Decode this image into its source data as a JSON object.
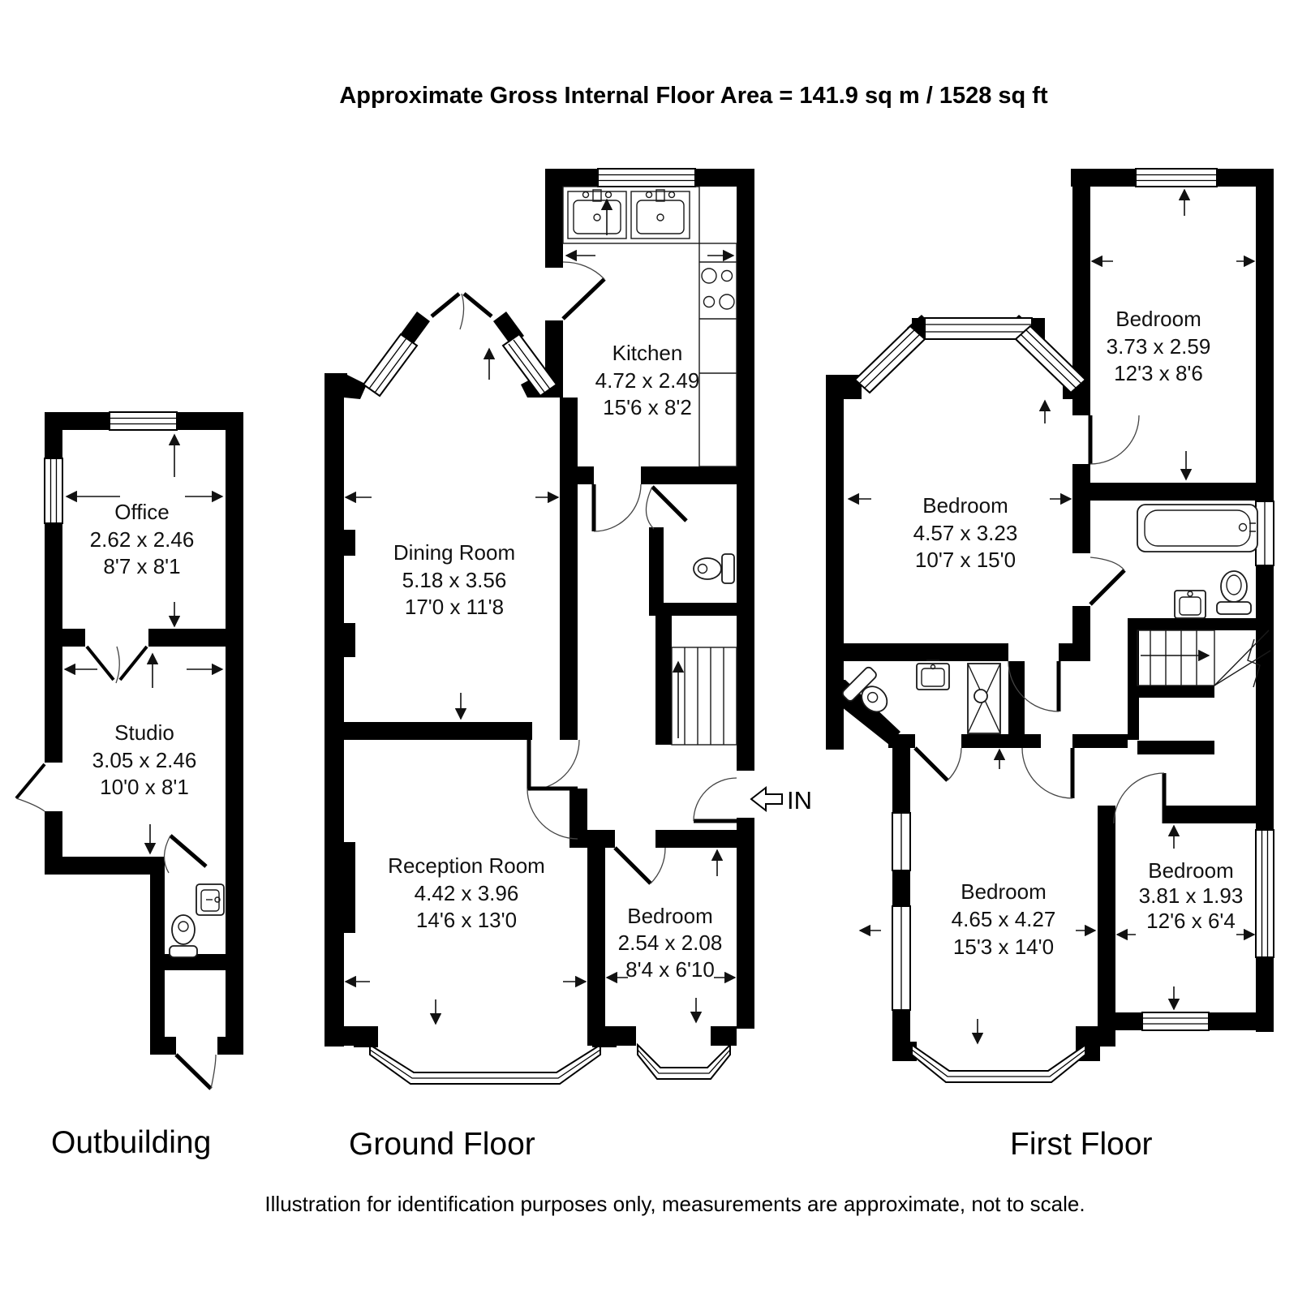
{
  "title": "Approximate Gross Internal Floor Area  = 141.9 sq m  / 1528 sq ft",
  "footnote": "Illustration for identification purposes only, measurements are approximate, not to scale.",
  "colors": {
    "wall": "#000000",
    "background": "#ffffff",
    "line": "#111111"
  },
  "floors": {
    "outbuilding": {
      "label": "Outbuilding",
      "rooms": {
        "office": {
          "name": "Office",
          "metric": "2.62 x 2.46",
          "imperial": "8'7 x 8'1"
        },
        "studio": {
          "name": "Studio",
          "metric": "3.05 x 2.46",
          "imperial": "10'0 x 8'1"
        }
      }
    },
    "ground": {
      "label": "Ground Floor",
      "entry_label": "IN",
      "rooms": {
        "kitchen": {
          "name": "Kitchen",
          "metric": "4.72 x 2.49",
          "imperial": "15'6 x 8'2"
        },
        "dining": {
          "name": "Dining Room",
          "metric": "5.18 x 3.56",
          "imperial": "17'0 x 11'8"
        },
        "reception": {
          "name": "Reception Room",
          "metric": "4.42 x 3.96",
          "imperial": "14'6 x 13'0"
        },
        "bedroom": {
          "name": "Bedroom",
          "metric": "2.54 x 2.08",
          "imperial": "8'4 x 6'10"
        }
      }
    },
    "first": {
      "label": "First Floor",
      "rooms": {
        "bedroom_rear": {
          "name": "Bedroom",
          "metric": "3.73 x 2.59",
          "imperial": "12'3 x 8'6"
        },
        "bedroom_middle": {
          "name": "Bedroom",
          "metric": "4.57 x 3.23",
          "imperial": "10'7 x 15'0"
        },
        "bedroom_front": {
          "name": "Bedroom",
          "metric": "4.65 x 4.27",
          "imperial": "15'3 x 14'0"
        },
        "bedroom_small": {
          "name": "Bedroom",
          "metric": "3.81 x 1.93",
          "imperial": "12'6 x 6'4"
        }
      }
    }
  }
}
